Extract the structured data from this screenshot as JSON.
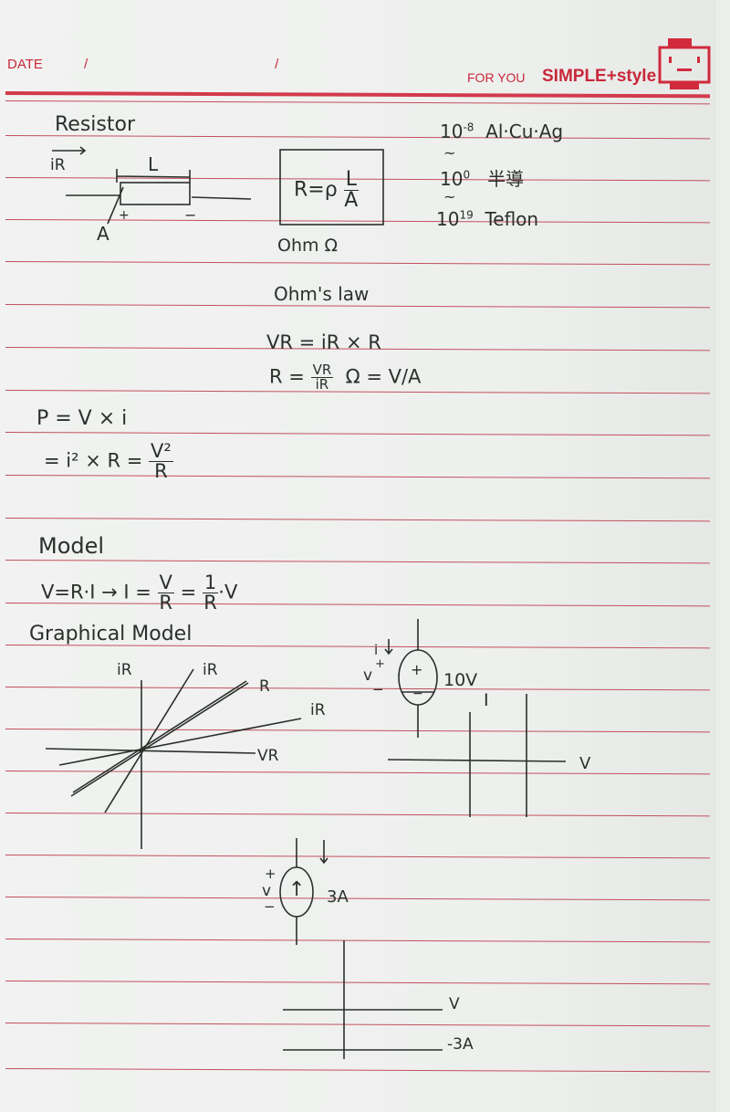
{
  "header": {
    "date_label": "DATE",
    "date_value": "/      /",
    "tagline": "FOR YOU",
    "brand": "SIMPLE+style",
    "icon": "robot-mascot-icon"
  },
  "colors": {
    "rule": "#c2505e",
    "brand": "#c8283a",
    "ink": "#2b302c"
  },
  "notes": {
    "resistor_title": "Resistor",
    "current_label": "iR",
    "length_label": "L",
    "area_label": "A",
    "plus": "+",
    "minus": "−",
    "formula": {
      "lhs": "R=ρ",
      "num": "L",
      "den": "A"
    },
    "unit": "Ohm Ω",
    "resistivity": [
      {
        "exp": "10",
        "pow": "-8",
        "material": "Al·Cu·Ag"
      },
      {
        "exp": "10",
        "pow": "0",
        "material": "半導"
      },
      {
        "exp": "10",
        "pow": "19",
        "material": "Teflon"
      }
    ],
    "tilde": "~",
    "ohms_law_title": "Ohm's law",
    "ohms_law_1": "VR = iR × R",
    "ohms_law_2": {
      "lhs": "R =",
      "num": "VR",
      "den": "iR",
      "unit": "Ω = V/A"
    },
    "power_1": "P = V × i",
    "power_2": {
      "lhs": "= i² × R =",
      "num": "V²",
      "den": "R"
    },
    "model_title": "Model",
    "model_eq": {
      "a": "V=R·I → I =",
      "n1": "V",
      "d1": "R",
      "b": "=",
      "n2": "1",
      "d2": "R",
      "c": "·V"
    },
    "graphical_title": "Graphical Model",
    "graph1": {
      "y_label": "iR",
      "line_labels": [
        "iR",
        "R",
        "iR"
      ],
      "x_label": "VR"
    },
    "vsource": {
      "current": "i",
      "voltage": "v",
      "plus": "+",
      "minus": "−",
      "value": "10V",
      "sign_plus": "+",
      "sign_minus": "−"
    },
    "graph2": {
      "y_label": "I",
      "x_label": "V"
    },
    "isource": {
      "plus": "+",
      "voltage": "v",
      "minus": "−",
      "value": "3A",
      "arrow": "↑",
      "current_arrow": "↓"
    },
    "graph3": {
      "x_label": "V",
      "level_label": "-3A"
    }
  }
}
